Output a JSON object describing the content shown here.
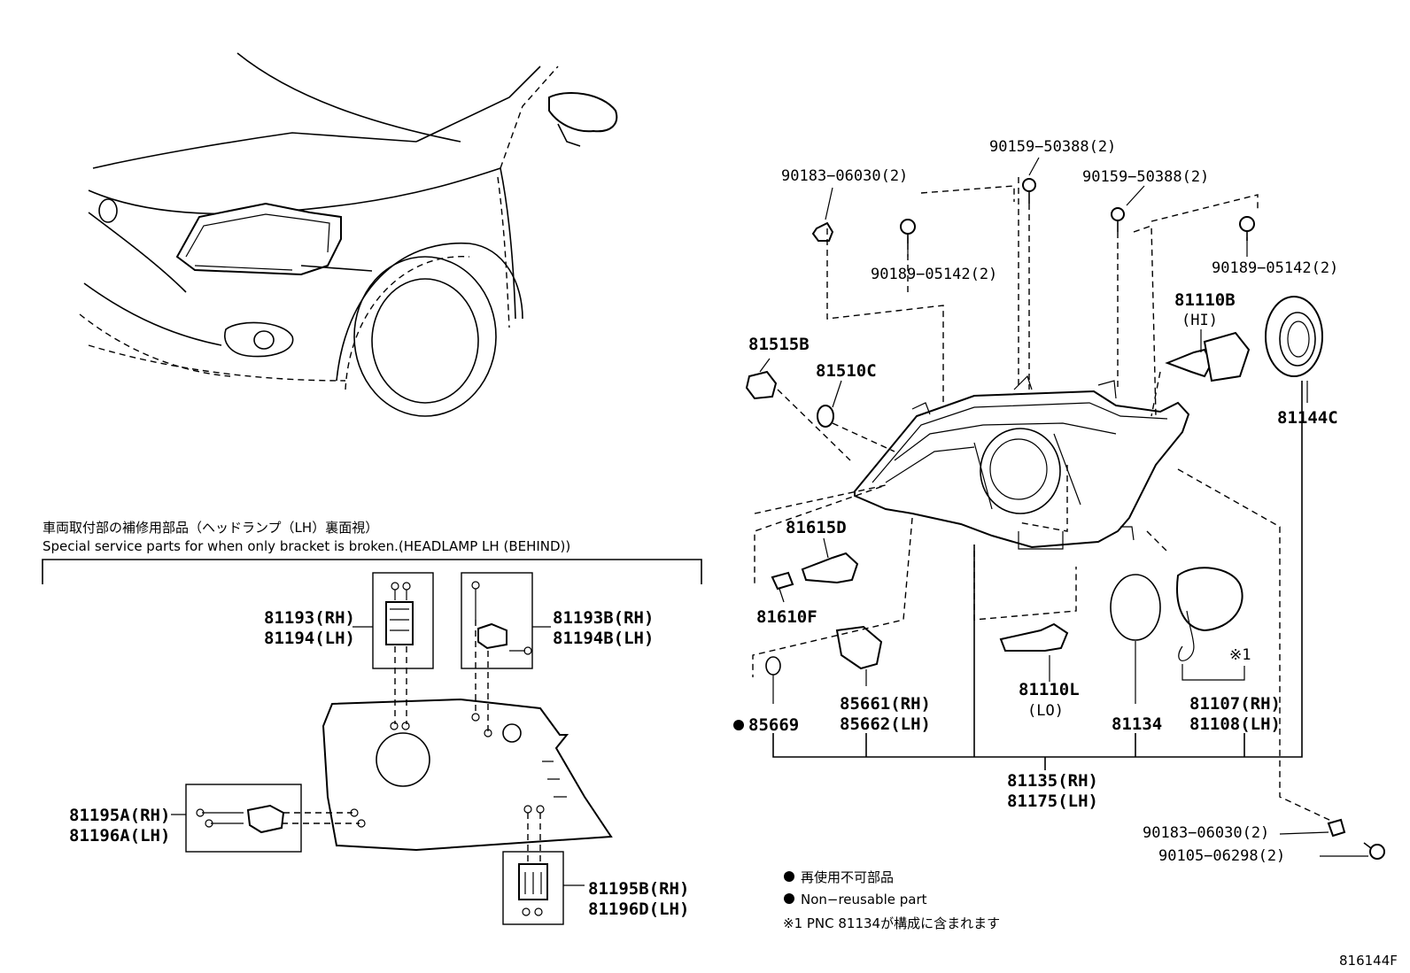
{
  "header": {
    "jp_title": "車両取付部の補修用部品（ヘッドランプ（LH）裏面視）",
    "en_title": "Special service parts for when only bracket is broken.(HEADLAMP LH (BEHIND))"
  },
  "labels": {
    "p90159_a": "90159−50388(2)",
    "p90183_a": "90183−06030(2)",
    "p90159_b": "90159−50388(2)",
    "p90189_a": "90189−05142(2)",
    "p90189_b": "90189−05142(2)",
    "p81110b": "81110B",
    "p81110b_sub": "(HI)",
    "p81515b": "81515B",
    "p81510c": "81510C",
    "p81144c": "81144C",
    "p81615d": "81615D",
    "p81610f": "81610F",
    "p81193_rh": "81193(RH)",
    "p81194_lh": "81194(LH)",
    "p81193b_rh": "81193B(RH)",
    "p81194b_lh": "81194B(LH)",
    "p81195a_rh": "81195A(RH)",
    "p81196a_lh": "81196A(LH)",
    "p81195b_rh": "81195B(RH)",
    "p81196d_lh": "81196D(LH)",
    "p85669": "85669",
    "p85661_rh": "85661(RH)",
    "p85662_lh": "85662(LH)",
    "p81110l": "81110L",
    "p81110l_sub": "(LO)",
    "p81134": "81134",
    "p81107_rh": "81107(RH)",
    "p81108_lh": "81108(LH)",
    "star1": "※1",
    "p81135_rh": "81135(RH)",
    "p81175_lh": "81175(LH)",
    "p90183_b": "90183−06030(2)",
    "p90105": "90105−06298(2)"
  },
  "legend": {
    "dot_jp": "再使用不可部品",
    "dot_en": "Non−reusable part",
    "note1": "※1 PNC 81134が構成に含まれます"
  },
  "diagram_id": "816144F"
}
